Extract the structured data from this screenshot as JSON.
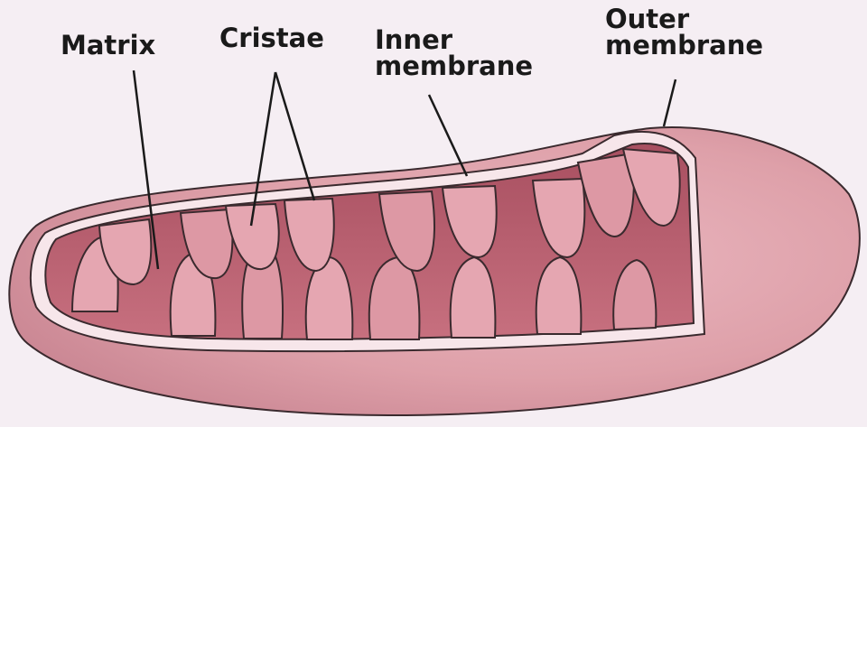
{
  "labels": {
    "matrix": [
      "Matrix"
    ],
    "cristae": [
      "Cristae"
    ],
    "inner_membrane": [
      "Inner",
      "membrane"
    ],
    "outer_membrane": [
      "Outer",
      "membrane"
    ]
  },
  "colors": {
    "background": "#f5eef3",
    "outer_body": "#dea0a9",
    "outer_shadow": "#c57d89",
    "inner_cavity": "#b9606f",
    "cristae_fill": "#e5a6b1",
    "cristae_shade": "#cc7e8c",
    "membrane_gap": "#f7e6ea",
    "outline": "#3a2a2e"
  }
}
